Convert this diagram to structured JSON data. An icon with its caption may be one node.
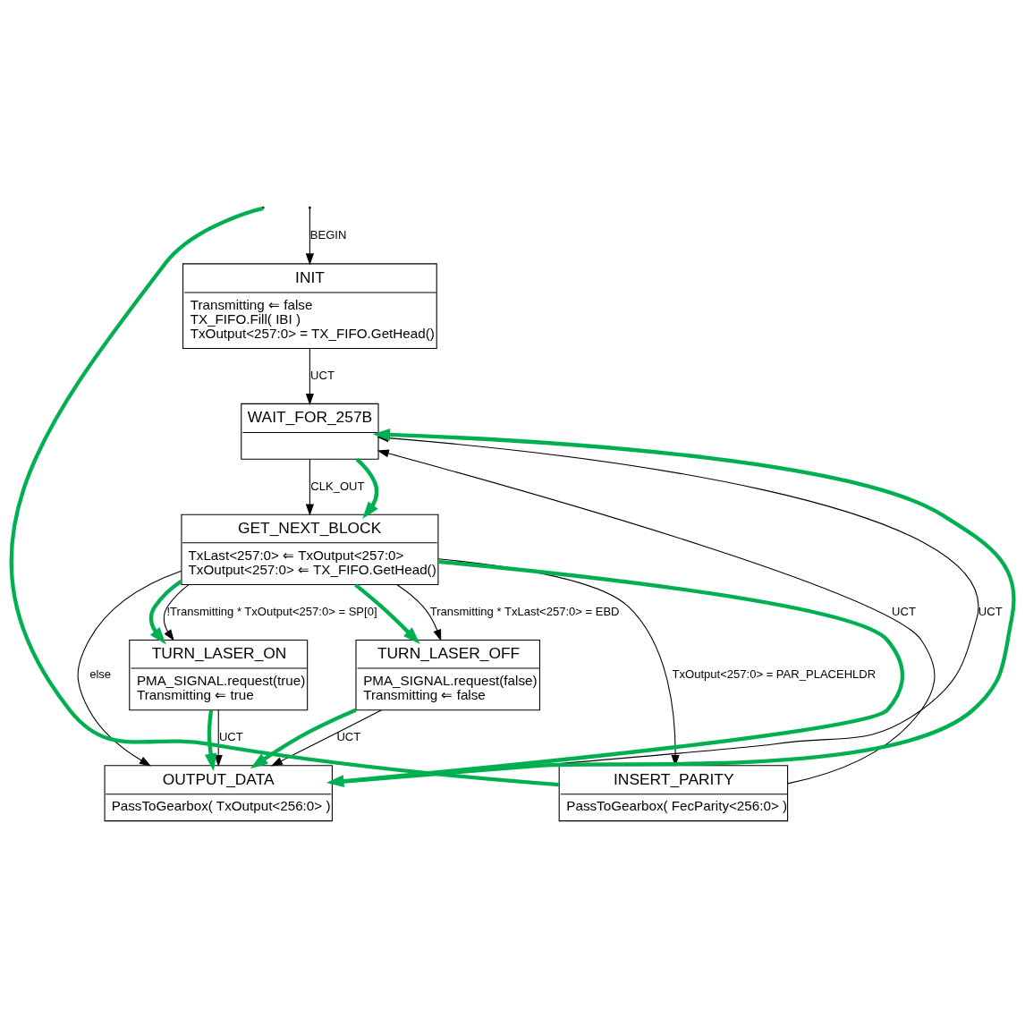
{
  "diagram": {
    "nodes": [
      {
        "text": [
          "INIT",
          "Transmitting ⇐ false",
          "TX_FIFO.Fill( IBI )",
          "TxOutput<257:0> = TX_FIFO.GetHead()"
        ]
      },
      {
        "text": [
          "WAIT_FOR_257B"
        ]
      },
      {
        "text": [
          "GET_NEXT_BLOCK",
          "TxLast<257:0> ⇐ TxOutput<257:0>",
          "TxOutput<257:0> ⇐ TX_FIFO.GetHead()"
        ]
      },
      {
        "text": [
          "TURN_LASER_ON",
          "PMA_SIGNAL.request(true)",
          "Transmitting ⇐ true"
        ]
      },
      {
        "text": [
          "TURN_LASER_OFF",
          "PMA_SIGNAL.request(false)",
          "Transmitting ⇐ false"
        ]
      },
      {
        "text": [
          "INSERT_PARITY",
          "PassToGearbox( FecParity<256:0> )"
        ]
      },
      {
        "text": [
          "OUTPUT_DATA",
          "PassToGearbox( TxOutput<256:0> )"
        ]
      }
    ],
    "edges": [
      {
        "from": null,
        "to": 0,
        "arrow": "to",
        "label": "BEGIN"
      },
      {
        "from": 0,
        "to": 1,
        "arrow": "to",
        "label": "UCT"
      },
      {
        "from": 1,
        "to": 2,
        "arrow": "to",
        "label": "CLK_OUT"
      },
      {
        "from": 2,
        "to": 3,
        "arrow": "to",
        "label": "!Transmitting * TxOutput<257:0> = SP[0]"
      },
      {
        "from": 2,
        "to": 4,
        "arrow": "to",
        "label": "Transmitting * TxLast<257:0> = EBD"
      },
      {
        "from": 2,
        "to": 6,
        "arrow": "to",
        "label": "else"
      },
      {
        "from": 2,
        "to": 5,
        "arrow": "to",
        "label": "TxOutput<257:0> = PAR_PLACEHLDR"
      },
      {
        "from": 3,
        "to": 6,
        "arrow": "to",
        "label": "UCT"
      },
      {
        "from": 4,
        "to": 6,
        "arrow": "to",
        "label": "UCT"
      },
      {
        "from": 5,
        "to": 1,
        "arrow": "to",
        "label": "UCT"
      },
      {
        "from": 6,
        "to": 1,
        "arrow": "to",
        "label": "UCT"
      },
      {
        "from": 1,
        "to": 2,
        "arrow": "to",
        "style": "thick",
        "color": "#00b050"
      },
      {
        "from": 2,
        "to": 3,
        "arrow": "to",
        "style": "thick",
        "color": "#00b050"
      },
      {
        "from": 2,
        "to": 4,
        "arrow": "to",
        "style": "thick",
        "color": "#00b050"
      },
      {
        "from": 2,
        "to": 6,
        "arrow": "to",
        "style": "thick",
        "color": "#00b050"
      },
      {
        "from": 3,
        "to": 6,
        "arrow": "to",
        "style": "thick",
        "color": "#00b050"
      },
      {
        "from": 4,
        "to": 6,
        "arrow": "to",
        "style": "thick",
        "color": "#00b050"
      },
      {
        "from": 6,
        "to": 1,
        "arrow": "to",
        "style": "thick",
        "color": "#00b050"
      },
      {
        "from": 5,
        "to": null,
        "arrow": "none",
        "style": "thick",
        "color": "#00b050"
      }
    ]
  }
}
